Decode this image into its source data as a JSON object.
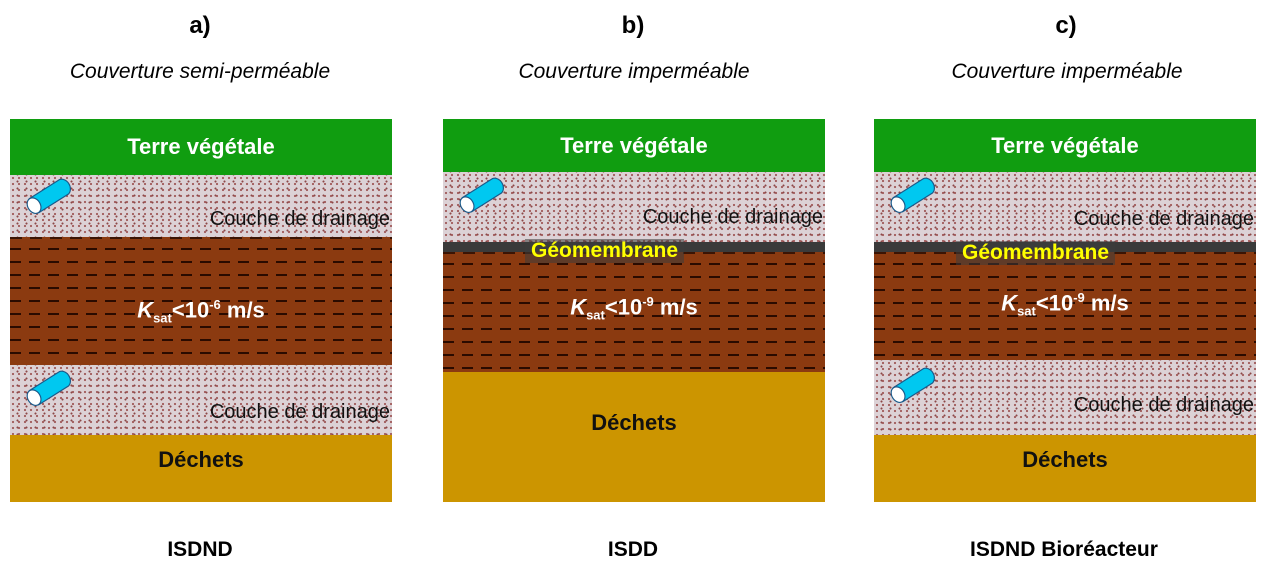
{
  "panels": [
    {
      "letter": "a)",
      "subtitle": "Couverture semi-perméable",
      "topsoil": "Terre végétale",
      "drain_upper": "Couche de drainage",
      "ksat_base": "K",
      "ksat_sub": "sat",
      "ksat_mid": "<10",
      "ksat_exp": "-6",
      "ksat_unit": " m/s",
      "drain_lower": "Couche de drainage",
      "waste": "Déchets",
      "caption": "ISDND"
    },
    {
      "letter": "b)",
      "subtitle": "Couverture imperméable",
      "topsoil": "Terre végétale",
      "drain_upper": "Couche de drainage",
      "geomembrane": "Géomembrane",
      "ksat_base": "K",
      "ksat_sub": "sat",
      "ksat_mid": "<10",
      "ksat_exp": "-9",
      "ksat_unit": " m/s",
      "waste": "Déchets",
      "caption": "ISDD"
    },
    {
      "letter": "c)",
      "subtitle": "Couverture imperméable",
      "topsoil": "Terre végétale",
      "drain_upper": "Couche de drainage",
      "geomembrane": "Géomembrane",
      "ksat_base": "K",
      "ksat_sub": "sat",
      "ksat_mid": "<10",
      "ksat_exp": "-9",
      "ksat_unit": " m/s",
      "drain_lower": "Couche de drainage",
      "waste": "Déchets",
      "caption": "ISDND Bioréacteur"
    }
  ],
  "colors": {
    "topsoil": "#109d10",
    "clay": "#8b3a10",
    "waste": "#cc9500",
    "geomembrane": "#3a3a3a",
    "geomembrane_label": "#ffff00",
    "pipe": "#00c8f0"
  },
  "icons": {
    "pipe": "drainage-pipe-icon"
  }
}
